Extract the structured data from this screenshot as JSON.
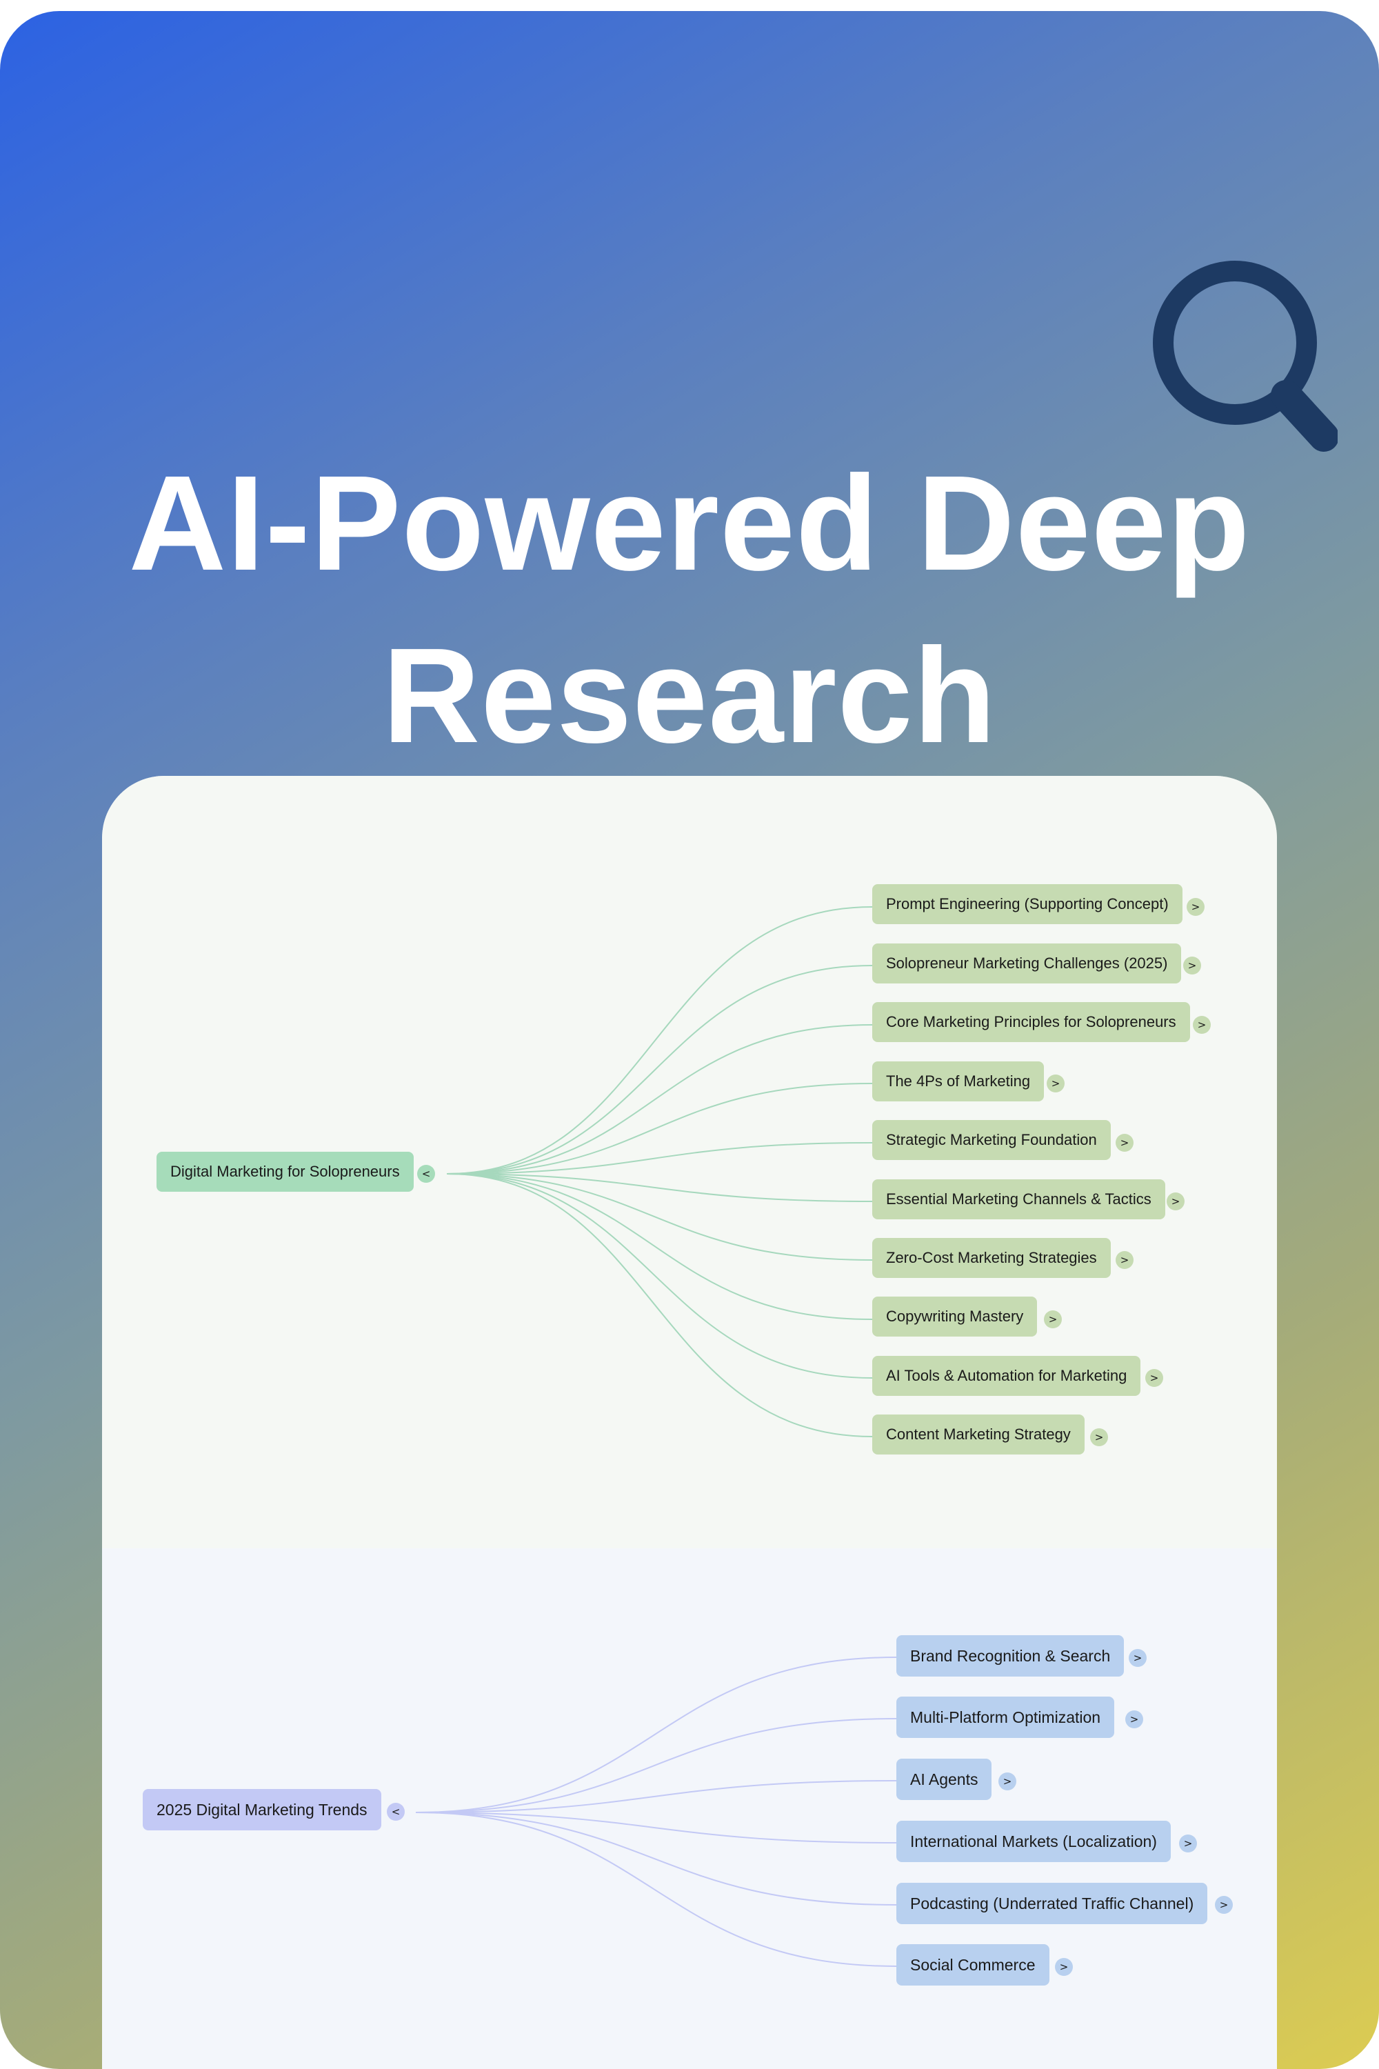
{
  "title": {
    "line1": "AI-Powered Deep",
    "line2": "Research"
  },
  "colors": {
    "gradient_start": "#2c62e3",
    "gradient_end": "#dccc52",
    "icon": "#1d3a63",
    "green_node": "#c6dbb2",
    "green_root": "#a6dcba",
    "blue_node": "#b8d0ef",
    "blue_root": "#c3c9f5"
  },
  "icons": {
    "search": "magnifier"
  },
  "mindmap_1": {
    "root": {
      "label": "Digital Marketing for Solopreneurs",
      "toggle": "<"
    },
    "children": [
      {
        "label": "Prompt Engineering (Supporting Concept)",
        "toggle": ">"
      },
      {
        "label": "Solopreneur Marketing Challenges (2025)",
        "toggle": ">"
      },
      {
        "label": "Core Marketing Principles for Solopreneurs",
        "toggle": ">"
      },
      {
        "label": "The 4Ps of Marketing",
        "toggle": ">"
      },
      {
        "label": "Strategic Marketing Foundation",
        "toggle": ">"
      },
      {
        "label": "Essential Marketing Channels & Tactics",
        "toggle": ">"
      },
      {
        "label": "Zero-Cost Marketing Strategies",
        "toggle": ">"
      },
      {
        "label": "Copywriting Mastery",
        "toggle": ">"
      },
      {
        "label": "AI Tools & Automation for Marketing",
        "toggle": ">"
      },
      {
        "label": "Content Marketing Strategy",
        "toggle": ">"
      }
    ]
  },
  "mindmap_2": {
    "root": {
      "label": "2025 Digital Marketing Trends",
      "toggle": "<"
    },
    "children": [
      {
        "label": "Brand Recognition & Search",
        "toggle": ">"
      },
      {
        "label": "Multi-Platform Optimization",
        "toggle": ">"
      },
      {
        "label": "AI Agents",
        "toggle": ">"
      },
      {
        "label": "International Markets (Localization)",
        "toggle": ">"
      },
      {
        "label": "Podcasting (Underrated Traffic Channel)",
        "toggle": ">"
      },
      {
        "label": "Social Commerce",
        "toggle": ">"
      }
    ]
  }
}
